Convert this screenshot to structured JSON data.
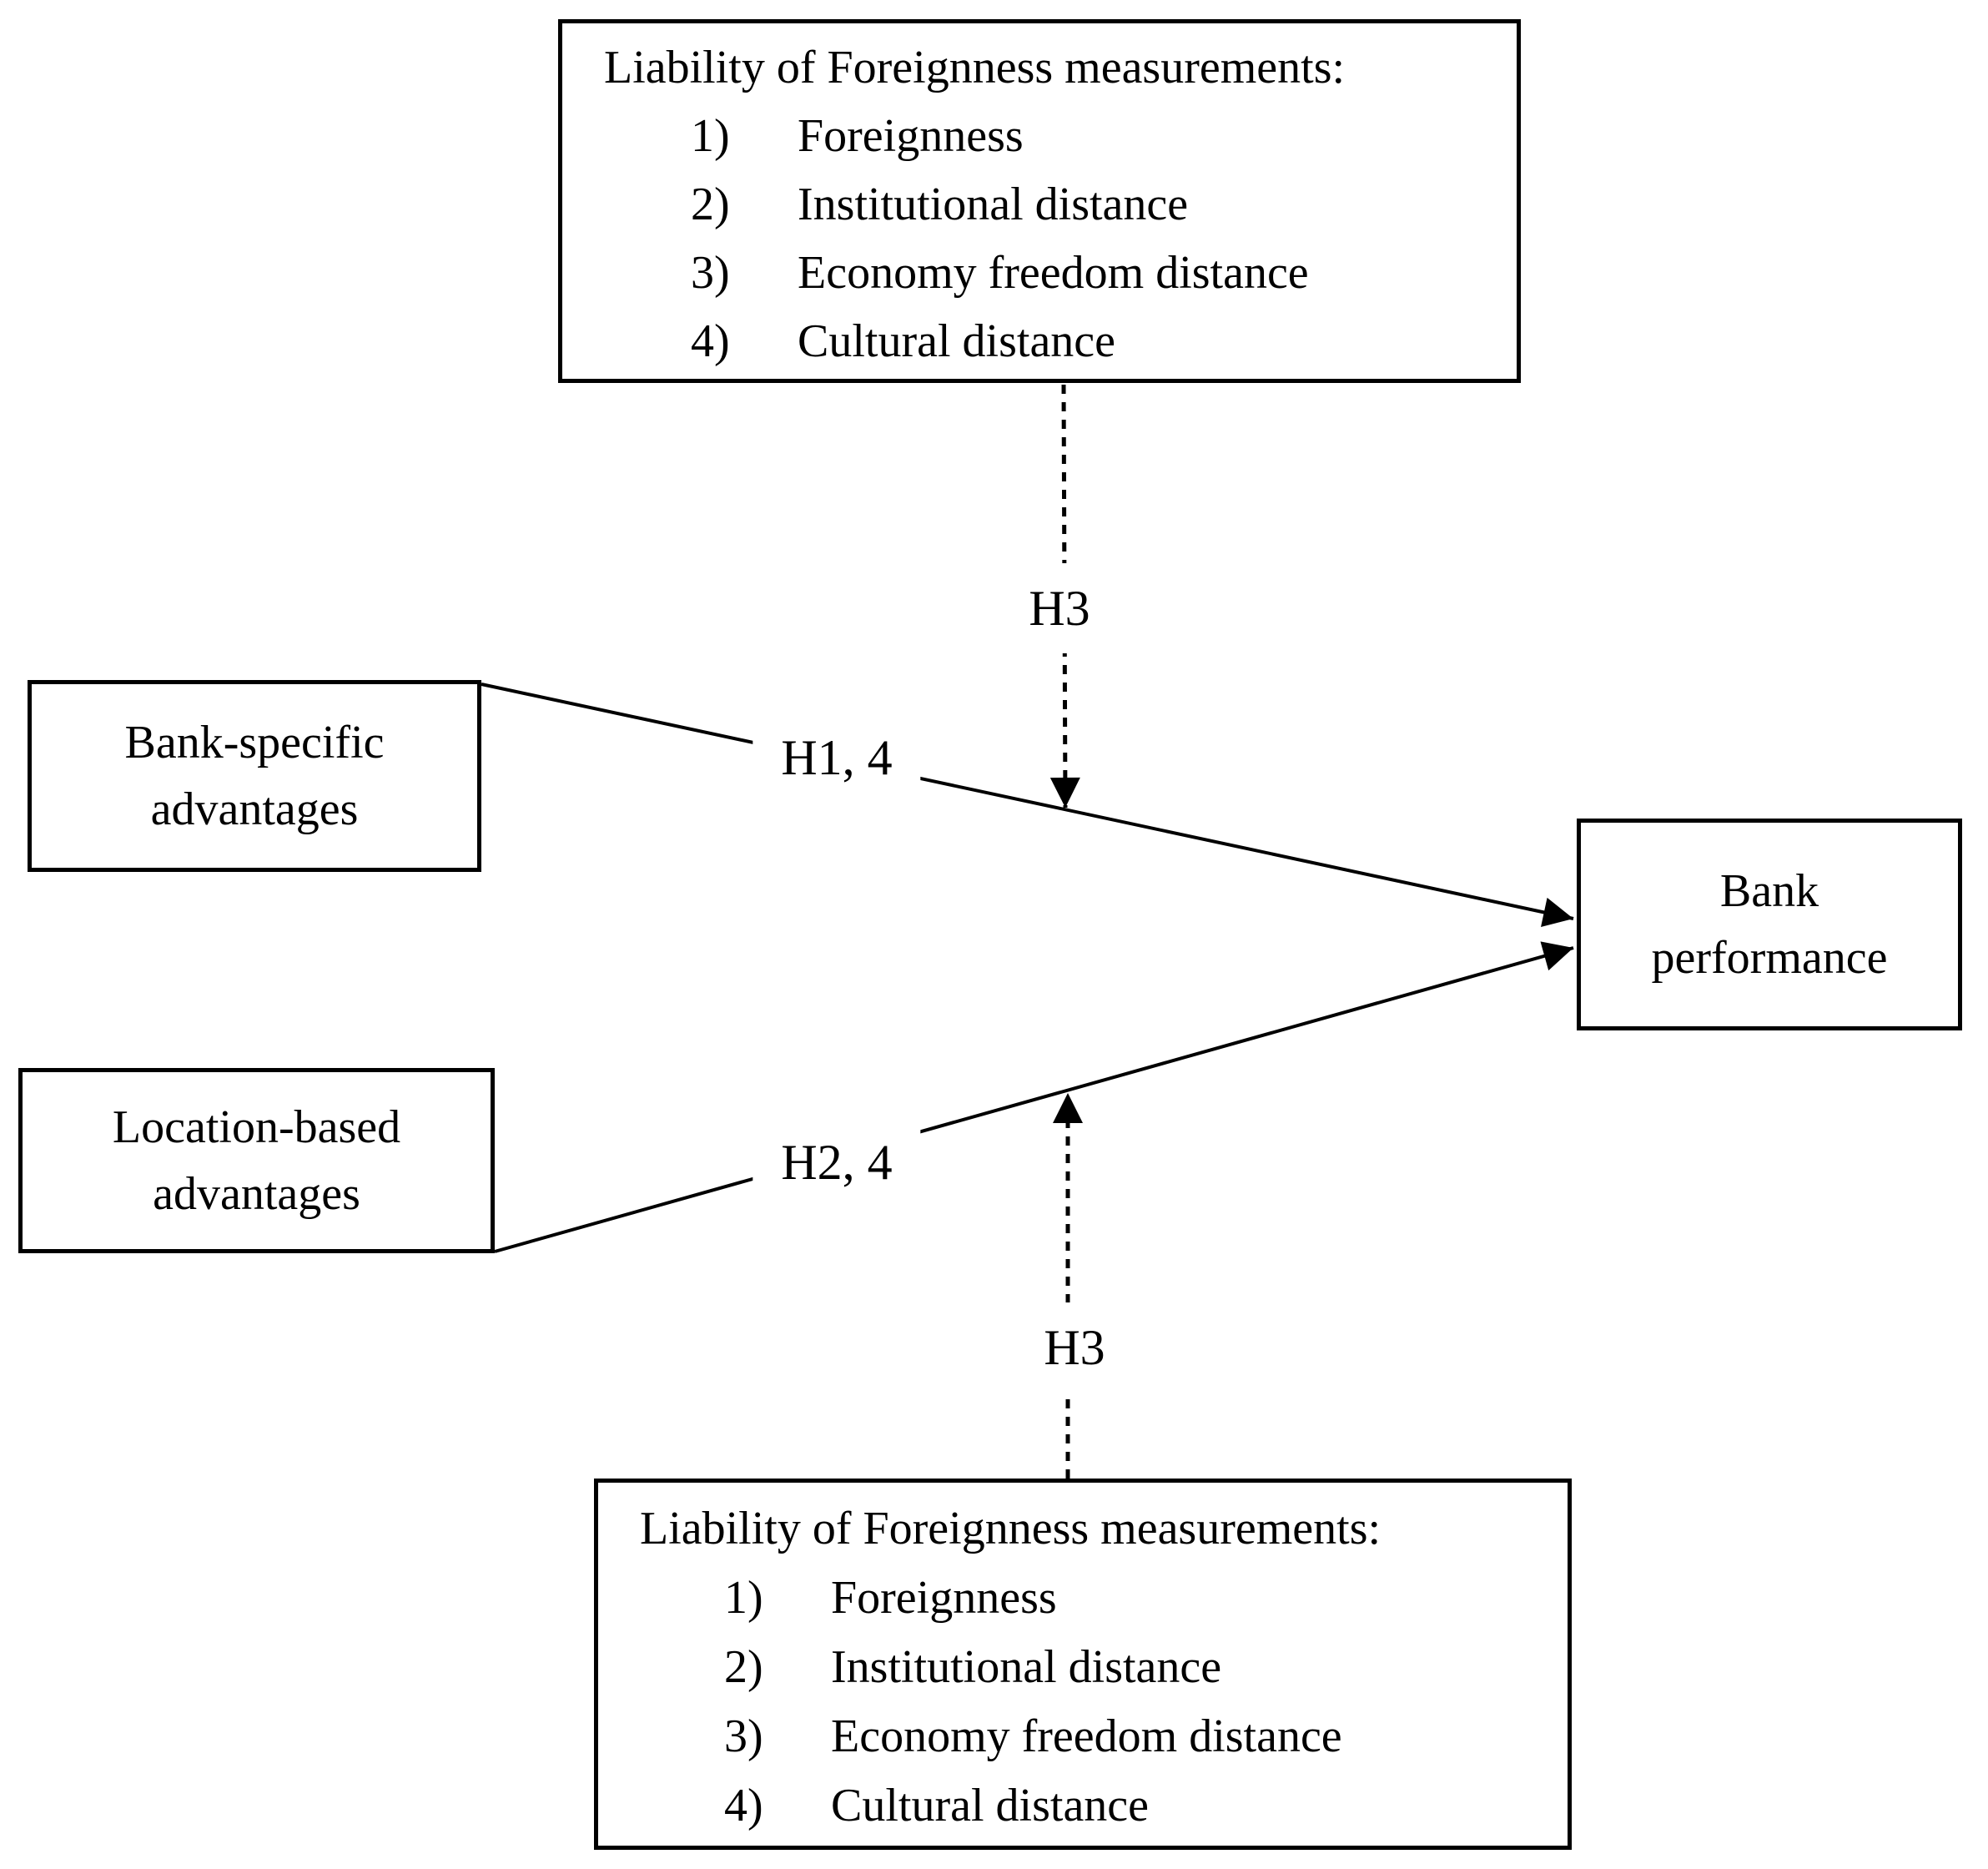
{
  "diagram": {
    "top_box": {
      "title": "Liability of Foreignness measurements:",
      "items": [
        {
          "num": "1)",
          "label": "Foreignness"
        },
        {
          "num": "2)",
          "label": "Institutional distance"
        },
        {
          "num": "3)",
          "label": "Economy freedom distance"
        },
        {
          "num": "4)",
          "label": "Cultural distance"
        }
      ]
    },
    "bottom_box": {
      "title": "Liability of Foreignness measurements:",
      "items": [
        {
          "num": "1)",
          "label": "Foreignness"
        },
        {
          "num": "2)",
          "label": "Institutional distance"
        },
        {
          "num": "3)",
          "label": "Economy freedom distance"
        },
        {
          "num": "4)",
          "label": "Cultural distance"
        }
      ]
    },
    "bank_specific_box": {
      "line1": "Bank-specific",
      "line2": "advantages"
    },
    "location_box": {
      "line1": "Location-based",
      "line2": "advantages"
    },
    "bank_performance_box": {
      "line1": "Bank",
      "line2": "performance"
    },
    "edge_labels": {
      "h1_4": "H1, 4",
      "h2_4": "H2, 4",
      "h3_top": "H3",
      "h3_bottom": "H3"
    },
    "colors": {
      "line": "#000000",
      "text": "#000000",
      "background": "#ffffff"
    }
  }
}
